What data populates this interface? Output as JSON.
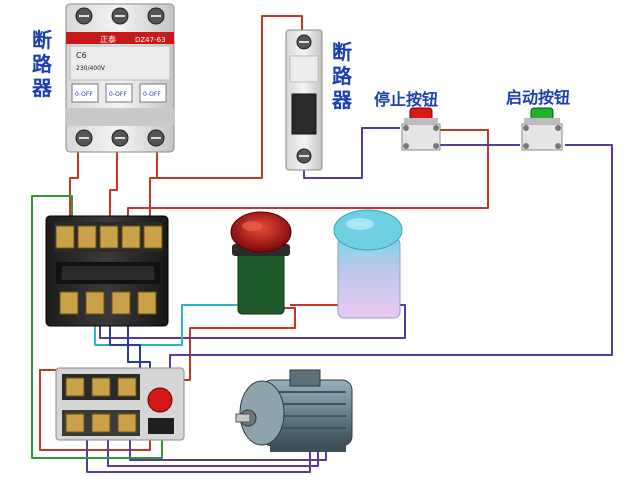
{
  "labels": {
    "main_breaker": [
      "断",
      "路",
      "器"
    ],
    "small_breaker": [
      "断",
      "路",
      "器"
    ],
    "stop_button": "停止按钮",
    "start_button": "启动按钮"
  },
  "breaker_markings": {
    "brand": "正泰",
    "model": "DZ47-63",
    "rating": "C6",
    "voltage": "230/400V",
    "off_labels": [
      "0-OFF",
      "0-OFF",
      "0-OFF"
    ]
  },
  "colors": {
    "wire_red": "#c0392b",
    "wire_purple": "#5b3a9e",
    "wire_green": "#2e9a3a",
    "wire_cyan": "#2bb5c8",
    "wire_blue": "#2a3aa0",
    "label_blue": "#1a3fb0",
    "stop_button": "#d81818",
    "start_button": "#1fb030",
    "indicator_red": "#b01010",
    "indicator_blue": "#7fd6e8"
  }
}
